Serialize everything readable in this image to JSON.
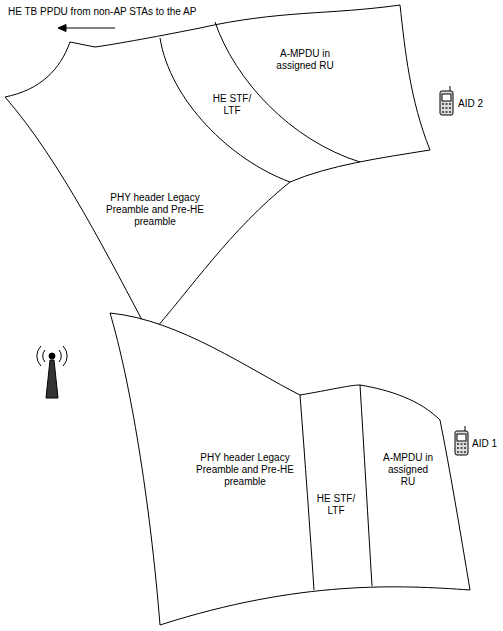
{
  "diagram": {
    "nodes": [
      {
        "text": [
          "PHY header Legacy Preamble and Pre-HE preamble"
        ]
      },
      {
        "text": [
          "HE STF/ LTF"
        ]
      },
      {
        "text": [
          "A-MPDU in assigned RU"
        ]
      },
      {
        "text": [
          "PHY header Legacy Preamble and Pre-HE preamble"
        ]
      },
      {
        "text": [
          "HE STF/ LTF"
        ]
      },
      {
        "text": [
          "A-MPDU in assigned RU"
        ]
      }
    ],
    "labels": [
      "HE TB PPDU from non-AP STAs to the AP",
      "AID 2",
      "AID 1"
    ]
  }
}
